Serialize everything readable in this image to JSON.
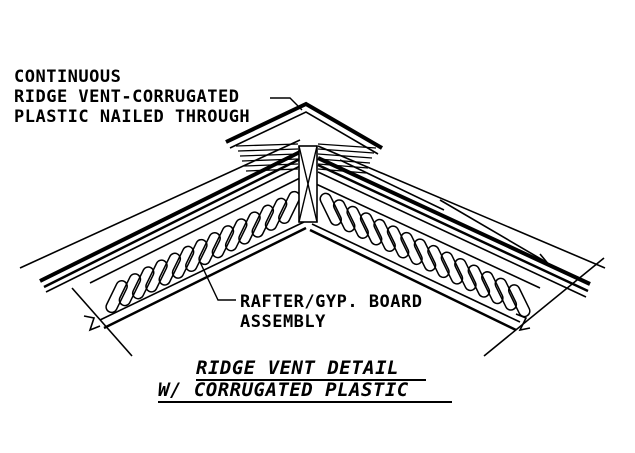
{
  "callouts": {
    "ridge_vent": {
      "line1": "CONTINUOUS",
      "line2": "RIDGE VENT-CORRUGATED",
      "line3": "PLASTIC NAILED THROUGH"
    },
    "rafter": {
      "line1": "RAFTER/GYP. BOARD",
      "line2": "ASSEMBLY"
    }
  },
  "title": {
    "line1": "RIDGE VENT DETAIL",
    "line2": "W/ CORRUGATED PLASTIC"
  },
  "colors": {
    "ink": "#000000",
    "paper": "#ffffff"
  }
}
